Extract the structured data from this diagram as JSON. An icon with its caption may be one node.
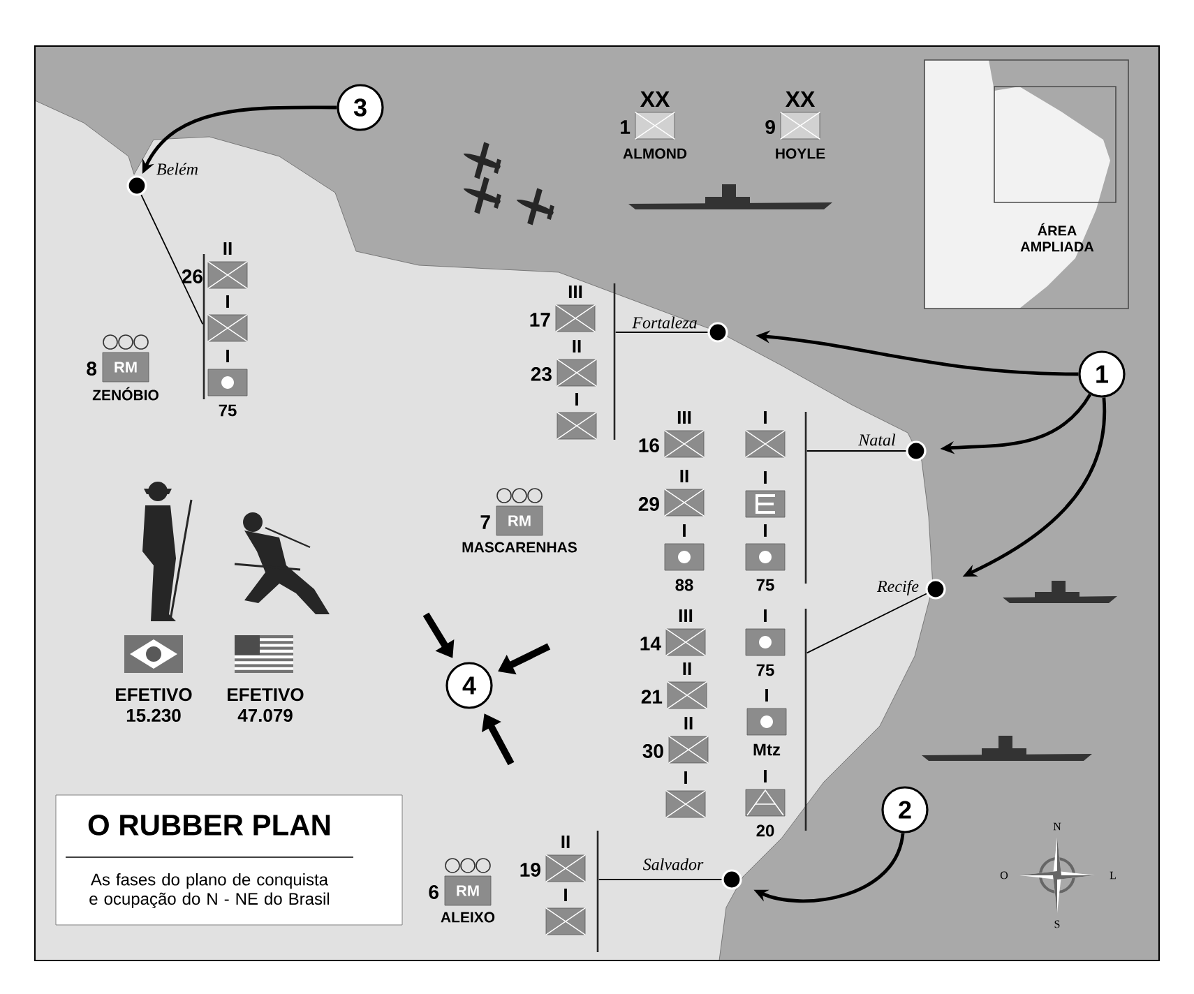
{
  "diagram": {
    "nodes": [
      {
        "text": [
          "3"
        ]
      },
      {
        "text": [],
        "shape": "circle",
        "beside": [
          "Belém"
        ]
      },
      {
        "text": [],
        "shape": "box",
        "beside": [
          "XX",
          "1",
          "ALMOND"
        ]
      },
      {
        "text": [],
        "shape": "box",
        "beside": [
          "XX",
          "9",
          "HOYLE"
        ]
      },
      {
        "text": [
          "RM"
        ],
        "beside": [
          "8",
          "ZENÓBIO"
        ]
      },
      {
        "text": [],
        "shape": "box",
        "beside": [
          "II",
          "26"
        ]
      },
      {
        "text": [],
        "shape": "box",
        "beside": [
          "I"
        ]
      },
      {
        "text": [],
        "shape": "box",
        "beside": [
          "I",
          "75"
        ]
      },
      {
        "text": [],
        "shape": "bar"
      },
      {
        "text": [],
        "shape": "box",
        "beside": [
          "III",
          "17"
        ]
      },
      {
        "text": [],
        "shape": "box",
        "beside": [
          "II",
          "23"
        ]
      },
      {
        "text": [],
        "shape": "box",
        "beside": [
          "I"
        ]
      },
      {
        "text": [],
        "shape": "bar"
      },
      {
        "text": [],
        "shape": "circle",
        "beside": [
          "Fortaleza"
        ]
      },
      {
        "text": [
          "1"
        ]
      },
      {
        "text": [],
        "shape": "box",
        "beside": [
          "III",
          "16"
        ]
      },
      {
        "text": [],
        "shape": "box",
        "beside": [
          "I"
        ]
      },
      {
        "text": [],
        "shape": "bar"
      },
      {
        "text": [],
        "shape": "circle",
        "beside": [
          "Natal"
        ]
      },
      {
        "text": [
          "RM"
        ],
        "beside": [
          "7",
          "MASCARENHAS"
        ]
      },
      {
        "text": [],
        "shape": "box",
        "beside": [
          "II",
          "29"
        ]
      },
      {
        "text": [],
        "shape": "box",
        "beside": [
          "I"
        ]
      },
      {
        "text": [],
        "shape": "box",
        "beside": [
          "I",
          "88"
        ]
      },
      {
        "text": [],
        "shape": "box",
        "beside": [
          "I",
          "75"
        ]
      },
      {
        "text": [],
        "shape": "circle",
        "beside": [
          "Recife"
        ]
      },
      {
        "text": [
          "4"
        ]
      },
      {
        "text": [],
        "shape": "box",
        "beside": [
          "III",
          "14"
        ]
      },
      {
        "text": [],
        "shape": "box",
        "beside": [
          "I",
          "75"
        ]
      },
      {
        "text": [],
        "shape": "bar"
      },
      {
        "text": [],
        "shape": "box",
        "beside": [
          "II",
          "21"
        ]
      },
      {
        "text": [],
        "shape": "box",
        "beside": [
          "II",
          "30"
        ]
      },
      {
        "text": [],
        "shape": "box",
        "beside": [
          "I",
          "Mtz"
        ]
      },
      {
        "text": [],
        "shape": "box",
        "beside": [
          "I"
        ]
      },
      {
        "text": [],
        "shape": "box",
        "beside": [
          "I",
          "20"
        ]
      },
      {
        "text": [
          "O RUBBER PLAN",
          "As fases do plano de conquista e ocupação do N - NE do Brasil"
        ]
      },
      {
        "text": [
          "2"
        ]
      },
      {
        "text": [
          "RM"
        ],
        "beside": [
          "6",
          "ALEIXO"
        ]
      },
      {
        "text": [],
        "shape": "box",
        "beside": [
          "II",
          "19"
        ]
      },
      {
        "text": [],
        "shape": "box",
        "beside": [
          "I"
        ]
      },
      {
        "text": [],
        "shape": "bar"
      },
      {
        "text": [],
        "shape": "circle",
        "beside": [
          "Salvador"
        ]
      }
    ],
    "edges": [
      {
        "from": 0,
        "to": 1,
        "arrow": "to"
      },
      {
        "from": 1,
        "to": 8,
        "arrow": "none"
      },
      {
        "from": 14,
        "to": 13,
        "arrow": "to"
      },
      {
        "from": 13,
        "to": 12,
        "arrow": "none"
      },
      {
        "from": 14,
        "to": 18,
        "arrow": "to"
      },
      {
        "from": 18,
        "to": 17,
        "arrow": "none"
      },
      {
        "from": 14,
        "to": 24,
        "arrow": "to"
      },
      {
        "from": 24,
        "to": 28,
        "arrow": "none"
      },
      {
        "from": 35,
        "to": 40,
        "arrow": "to"
      },
      {
        "from": 40,
        "to": 39,
        "arrow": "none"
      },
      {
        "from": null,
        "to": 25,
        "arrow": "to",
        "style": "thick"
      },
      {
        "from": null,
        "to": 25,
        "arrow": "to",
        "style": "thick"
      },
      {
        "from": null,
        "to": 25,
        "arrow": "to",
        "style": "thick"
      }
    ],
    "labels": [
      "ÁREA AMPLIADA",
      "EFETIVO 15.230",
      "EFETIVO 47.079",
      "N",
      "O",
      "L",
      "S"
    ]
  }
}
